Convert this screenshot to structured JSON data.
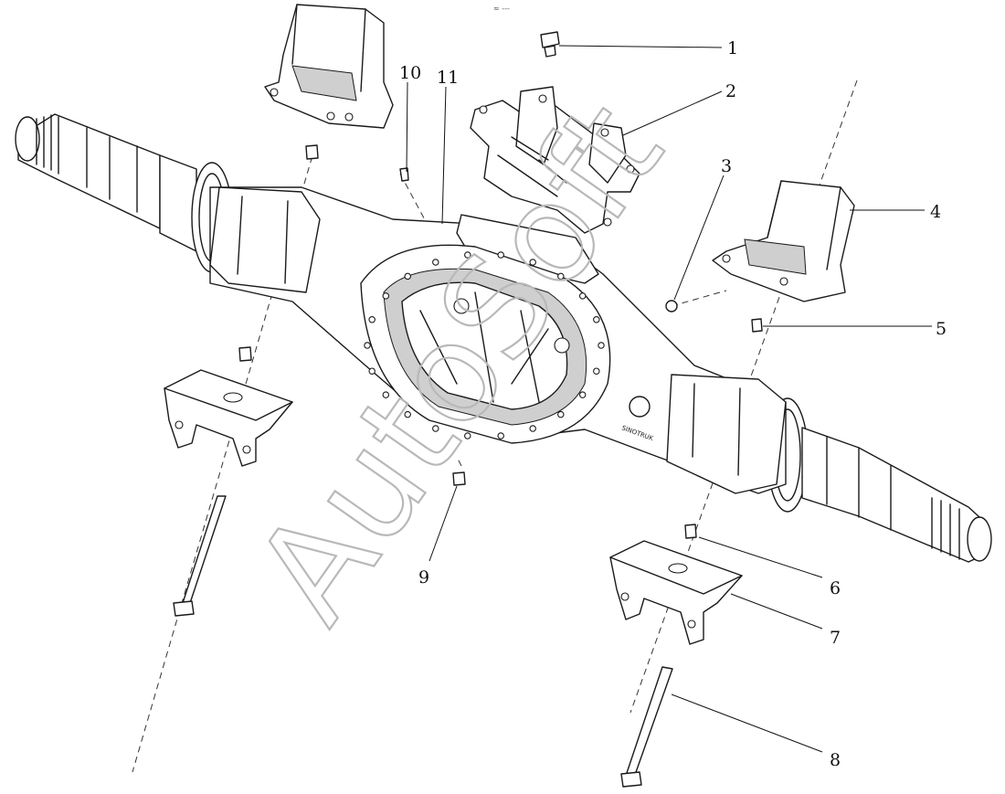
{
  "watermark": "AutoSoft",
  "top_mark": "≈ ---",
  "housing_logo_text": "SINOTRUK",
  "callouts": [
    {
      "id": "1",
      "label": "1"
    },
    {
      "id": "2",
      "label": "2"
    },
    {
      "id": "3",
      "label": "3"
    },
    {
      "id": "4",
      "label": "4"
    },
    {
      "id": "5",
      "label": "5"
    },
    {
      "id": "6",
      "label": "6"
    },
    {
      "id": "7",
      "label": "7"
    },
    {
      "id": "8",
      "label": "8"
    },
    {
      "id": "9",
      "label": "9"
    },
    {
      "id": "10",
      "label": "10"
    },
    {
      "id": "11",
      "label": "11"
    }
  ]
}
